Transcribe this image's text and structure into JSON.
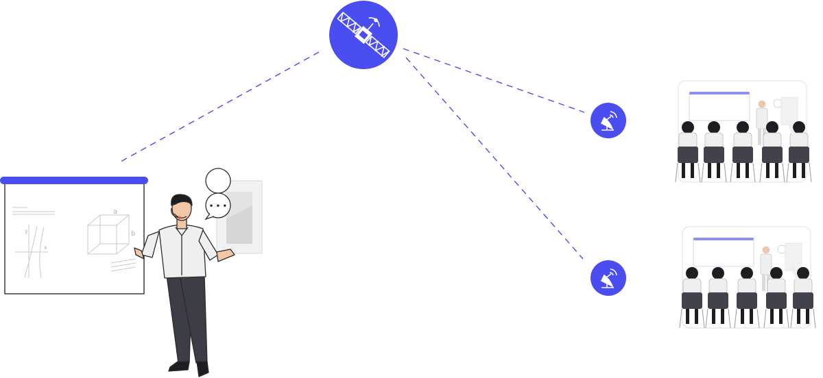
{
  "colors": {
    "accent": "#4a4ef0",
    "accent_light": "#8d8ff2",
    "outline": "#2b2b2b",
    "shirt": "#efefef",
    "pants": "#3d3d46",
    "skin": "#f3c7a6",
    "hair": "#1e1e22",
    "chair": "#42424a",
    "panel_bg": "#f4f4f4",
    "white": "#ffffff",
    "dashes": "#4a4ef0"
  },
  "icons": {
    "satellite": "satellite-icon",
    "dish_top": "satellite-dish-icon",
    "dish_bottom": "satellite-dish-icon",
    "speech": "speech-bubble-icon"
  },
  "whiteboard_labels": {
    "a": "a",
    "b": "b",
    "y": "y",
    "x": "x"
  },
  "speech_dots": "• • •"
}
